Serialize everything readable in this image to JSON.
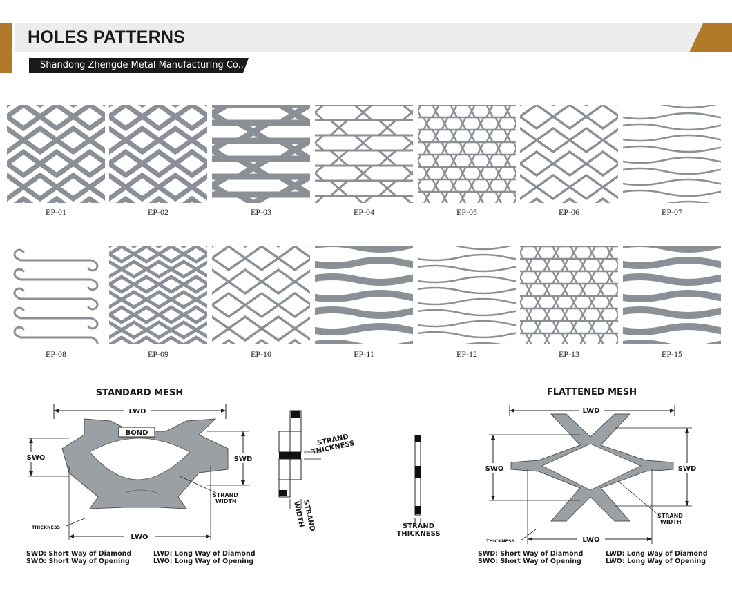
{
  "header": {
    "title": "HOLES PATTERNS",
    "company": "Shandong Zhengde Metal Manufacturing Co., Ltd.",
    "accent_color": "#b07a2a"
  },
  "patterns": [
    {
      "code": "EP-01"
    },
    {
      "code": "EP-02"
    },
    {
      "code": "EP-03"
    },
    {
      "code": "EP-04"
    },
    {
      "code": "EP-05"
    },
    {
      "code": "EP-06"
    },
    {
      "code": "EP-07"
    },
    {
      "code": "EP-08"
    },
    {
      "code": "EP-09"
    },
    {
      "code": "EP-10"
    },
    {
      "code": "EP-11"
    },
    {
      "code": "EP-12"
    },
    {
      "code": "EP-13"
    },
    {
      "code": "EP-15"
    }
  ],
  "standard": {
    "title": "STANDARD MESH",
    "lwd": "LWD",
    "bond": "BOND",
    "swo": "SWO",
    "swd": "SWD",
    "strand_width_1": "STRAND",
    "strand_width_2": "WIDTH",
    "thickness": "THICKNESS",
    "lwo": "LWO"
  },
  "strand_detail": {
    "strand_thickness_1": "STRAND",
    "strand_thickness_2": "THICKNESS",
    "strand_width_1": "STRAND",
    "strand_width_2": "WIDTH",
    "thickness_1": "STRAND",
    "thickness_2": "THICKNESS"
  },
  "flattened": {
    "title": "FLATTENED MESH",
    "lwd": "LWD",
    "swo": "SWO",
    "swd": "SWD",
    "strand_width_1": "STRAND",
    "strand_width_2": "WIDTH",
    "thickness": "THICKNESS",
    "lwo": "LWO"
  },
  "legend": {
    "swd_def": "SWD: Short Way of Diamond",
    "swo_def": "SWO: Short Way of Opening",
    "lwd_def": "LWD: Long Way of Diamond",
    "lwo_def": "LWO: Long Way of Opening"
  }
}
